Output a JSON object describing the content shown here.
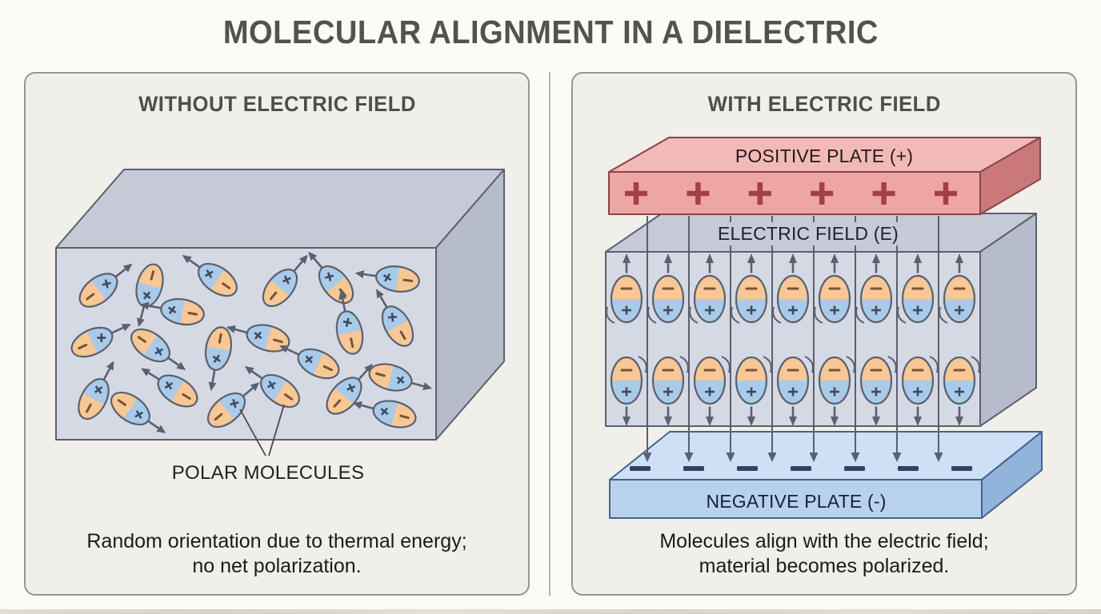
{
  "title": "MOLECULAR ALIGNMENT IN A DIELECTRIC",
  "colors": {
    "page_bg": "#fcfbf7",
    "panel_bg": "#f0efe9",
    "panel_border": "#98968c",
    "divider": "#b5b2a8",
    "box_front": "#d5d9e3",
    "box_top": "#c5cad6",
    "box_side": "#b6bcca",
    "box_outline": "#5a6070",
    "molecule_blue": "#a9cbe9",
    "molecule_orange": "#f7c795",
    "molecule_outline": "#59606f",
    "plus_sign": "#3d4a63",
    "minus_sign": "#7a5433",
    "arrow": "#59606f",
    "connector": "#4b4a45",
    "pos_top": "#f2bab6",
    "pos_front": "#eda6a2",
    "pos_side": "#ca797b",
    "pos_outline": "#86454b",
    "plate_plus": "#a2404a",
    "neg_top": "#cde0f5",
    "neg_front": "#b7d1ee",
    "neg_side": "#92b3da",
    "neg_outline": "#45628e",
    "plate_minus": "#31435f"
  },
  "left_panel": {
    "header": "WITHOUT ELECTRIC FIELD",
    "label": "POLAR MOLECULES",
    "caption_line1": "Random orientation due to thermal energy;",
    "caption_line2": "no net polarization.",
    "molecule_symbols": {
      "plus": "+",
      "minus": "−"
    },
    "molecules": [
      [
        123,
        363,
        -38
      ],
      [
        187,
        357,
        105
      ],
      [
        272,
        350,
        215
      ],
      [
        350,
        360,
        -50
      ],
      [
        420,
        356,
        230
      ],
      [
        497,
        349,
        188
      ],
      [
        115,
        428,
        -25
      ],
      [
        228,
        390,
        190
      ],
      [
        188,
        432,
        35
      ],
      [
        273,
        436,
        100
      ],
      [
        335,
        423,
        195
      ],
      [
        437,
        416,
        258
      ],
      [
        497,
        408,
        240
      ],
      [
        398,
        455,
        205
      ],
      [
        117,
        499,
        -62
      ],
      [
        163,
        511,
        35
      ],
      [
        222,
        489,
        212
      ],
      [
        283,
        513,
        -40
      ],
      [
        350,
        489,
        215
      ],
      [
        430,
        495,
        -48
      ],
      [
        488,
        472,
        15
      ],
      [
        493,
        518,
        195
      ]
    ]
  },
  "right_panel": {
    "header": "WITH ELECTRIC FIELD",
    "positive_plate": {
      "label": "POSITIVE PLATE (+)",
      "symbol": "+",
      "symbol_count": 6
    },
    "field_label": "ELECTRIC FIELD (E)",
    "field_line_count": 8,
    "columns": 9,
    "rows": [
      {
        "arrow_direction": "up",
        "swoosh": "bottom-left"
      },
      {
        "arrow_direction": "down",
        "swoosh": "top-right"
      }
    ],
    "molecule_symbols": {
      "plus": "+",
      "minus": "−"
    },
    "negative_plate": {
      "label": "NEGATIVE PLATE (-)",
      "symbol": "−",
      "symbol_count": 7
    },
    "caption_line1": "Molecules align with the electric field;",
    "caption_line2": "material becomes polarized."
  }
}
